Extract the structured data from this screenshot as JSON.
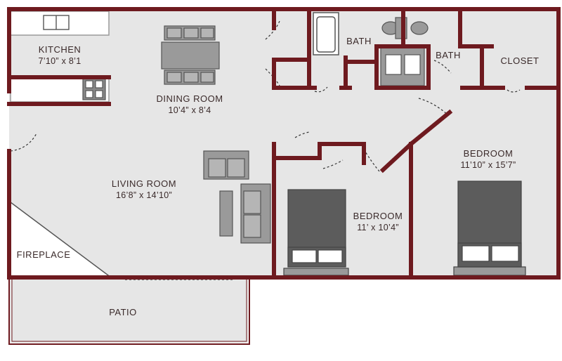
{
  "rooms": {
    "kitchen": {
      "name": "KITCHEN",
      "dims": "7’10” x 8’1"
    },
    "dining": {
      "name": "DINING ROOM",
      "dims": "10’4” x 8’4"
    },
    "living": {
      "name": "LIVING ROOM",
      "dims": "16’8” x 14’10”"
    },
    "bath1": {
      "name": "BATH"
    },
    "bath2": {
      "name": "BATH"
    },
    "closet": {
      "name": "CLOSET"
    },
    "bedroom_main": {
      "name": "BEDROOM",
      "dims": "11’10” x 15’7”"
    },
    "bedroom_second": {
      "name": "BEDROOM",
      "dims": "11’ x 10’4”"
    },
    "fireplace": {
      "name": "FIREPLACE"
    },
    "patio": {
      "name": "PATIO"
    }
  },
  "colors": {
    "wall": "#6e1a1f",
    "floor": "#e6e6e6",
    "furniture": "#9a9a9a",
    "furniture_dark": "#5a5a5a",
    "background": "#ffffff"
  }
}
